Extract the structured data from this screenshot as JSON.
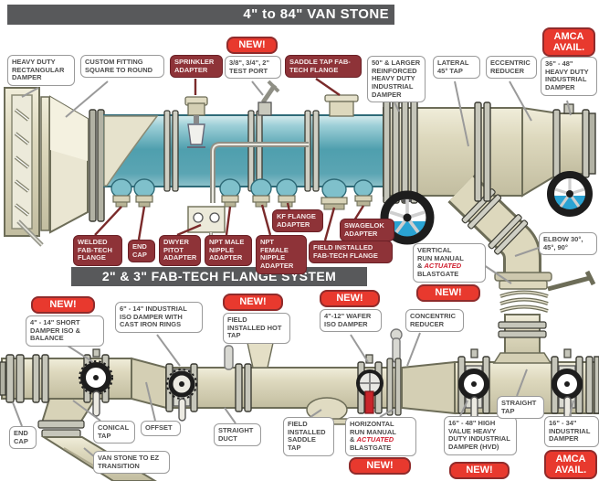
{
  "titles": {
    "van_stone": "4\" to 84\" VAN STONE",
    "fab_tech": "2\" & 3\" FAB-TECH FLANGE SYSTEM"
  },
  "badges": {
    "new": "NEW!",
    "amca": "AMCA AVAIL."
  },
  "colors": {
    "header_bg": "#58595b",
    "badge_red": "#e8392e",
    "callout_maroon": "#8e3338",
    "pipe_tan": "#ddd8bd",
    "duct_teal": "#4f9fae",
    "wheel_blue": "#2aa3d3"
  },
  "callouts": {
    "heavy_duty_rectangular_damper": "HEAVY DUTY RECTANGULAR DAMPER",
    "custom_fitting_square_to_round": "CUSTOM FITTING SQUARE TO ROUND",
    "sprinkler_adapter": "SPRINKLER ADAPTER",
    "test_port": "3/8\", 3/4\", 2\" TEST PORT",
    "saddle_tap_fab_tech_flange": "SADDLE TAP FAB-TECH FLANGE",
    "reinforced_damper_50": "50\" & LARGER REINFORCED HEAVY DUTY INDUSTRIAL DAMPER",
    "lateral_45_tap": "LATERAL 45° TAP",
    "eccentric_reducer": "ECCENTRIC REDUCER",
    "heavy_duty_damper_36_48": "36\" - 48\" HEAVY DUTY INDUSTRIAL DAMPER",
    "welded_fab_tech_flange": "WELDED FAB-TECH FLANGE",
    "end_cap_top": "END CAP",
    "dwyer_pitot_adapter": "DWYER PITOT ADAPTER",
    "npt_male_nipple_adapter": "NPT MALE NIPPLE ADAPTER",
    "npt_female_nipple_adapter": "NPT FEMALE NIPPLE ADAPTER",
    "kf_flange_adapter": "KF FLANGE ADAPTER",
    "swagelok_adapter": "SWAGELOK ADAPTER",
    "field_installed_fab_tech_flange": "FIELD INSTALLED FAB-TECH FLANGE",
    "elbow": "ELBOW 30°, 45°, 90°",
    "vertical_run": {
      "line1": "VERTICAL",
      "line2": "RUN MANUAL",
      "amp": "& ",
      "actuated": "ACTUATED",
      "line3": "BLASTGATE"
    },
    "short_damper_4_14": "4\" - 14\" SHORT DAMPER ISO & BALANCE",
    "iso_damper_6_14": "6\" - 14\" INDUSTRIAL ISO DAMPER WITH CAST IRON RINGS",
    "field_installed_hot_tap": "FIELD INSTALLED HOT TAP",
    "wafer_iso_damper": "4\"-12\" WAFER ISO DAMPER",
    "concentric_reducer": "CONCENTRIC REDUCER",
    "end_cap_bottom": "END CAP",
    "conical_tap": "CONICAL TAP",
    "offset": "OFFSET",
    "van_stone_to_ez_transition": "VAN STONE TO EZ TRANSITION",
    "straight_duct": "STRAIGHT DUCT",
    "field_installed_saddle_tap": "FIELD INSTALLED SADDLE TAP",
    "horizontal_run": {
      "line1": "HORIZONTAL",
      "line2": "RUN MANUAL",
      "amp": "& ",
      "actuated": "ACTUATED",
      "line3": "BLASTGATE"
    },
    "hvd_damper_16_48": "16\" - 48\" HIGH VALUE HEAVY DUTY INDUSTRIAL DAMPER (HVD)",
    "straight_tap": "STRAIGHT TAP",
    "industrial_damper_16_34": "16\" - 34\" INDUSTRIAL DAMPER"
  }
}
